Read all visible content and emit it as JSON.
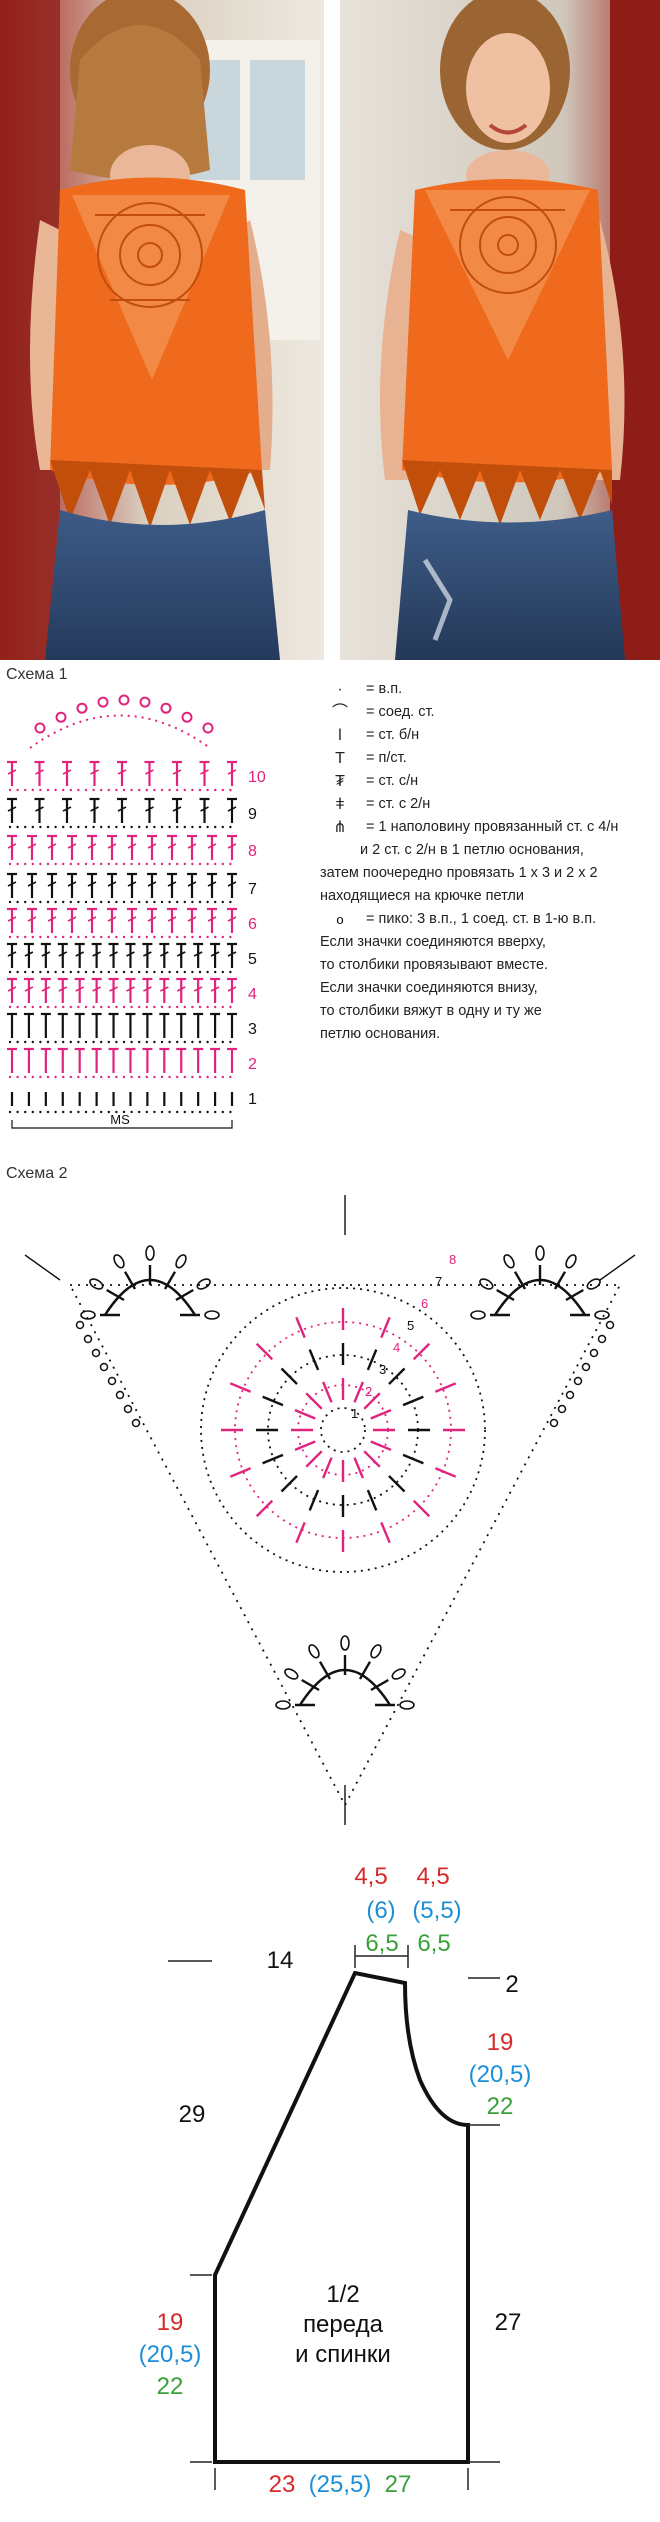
{
  "photos": {
    "back_alt": "",
    "front_alt": ""
  },
  "scheme1": {
    "title": "Схема 1",
    "row_numbers": [
      "1",
      "2",
      "3",
      "4",
      "5",
      "6",
      "7",
      "8",
      "9",
      "10"
    ],
    "repeat_label": "MS",
    "colors": {
      "black": "#111111",
      "pink": "#e0247d"
    }
  },
  "legend": [
    {
      "symbol": "·",
      "text": "= в.п."
    },
    {
      "symbol": "⌒",
      "text": "= соед. ст."
    },
    {
      "symbol": "ǀ",
      "text": "= ст. б/н"
    },
    {
      "symbol": "T",
      "text": "= п/ст."
    },
    {
      "symbol": "₮",
      "text": "= ст. с/н"
    },
    {
      "symbol": "ǂ",
      "text": "= ст. с 2/н"
    },
    {
      "symbol": "⋔",
      "text": "= 1 наполовину провязанный ст. с 4/н"
    }
  ],
  "legend_cont": [
    "и 2 ст. с 2/н в 1 петлю основания,",
    "затем поочередно провязать 1 х 3 и 2 х 2",
    "находящиеся на крючке петли"
  ],
  "legend_pico": {
    "symbol": "o",
    "text": "= пико: 3 в.п., 1 соед. ст. в 1-ю в.п."
  },
  "legend_notes": [
    "Если значки соединяются вверху,",
    "то столбики провязывают вместе.",
    "Если значки соединяются внизу,",
    "то столбики вяжут в одну и ту же",
    "петлю основания."
  ],
  "scheme2": {
    "title": "Схема 2",
    "round_numbers": [
      "1",
      "2",
      "3",
      "4",
      "5",
      "6",
      "7",
      "8"
    ]
  },
  "pattern": {
    "top_left_red": "4,5",
    "top_right_red": "4,5",
    "top_left_blue": "(6)",
    "top_right_blue": "(5,5)",
    "top_left_green": "6,5",
    "top_right_green": "6,5",
    "shoulder_width": "14",
    "neck_drop": "2",
    "armhole_red": "19",
    "armhole_blue": "(20,5)",
    "armhole_green": "22",
    "diag_height": "29",
    "side_height": "27",
    "left_red": "19",
    "left_blue": "(20,5)",
    "left_green": "22",
    "piece_label_1": "1/2",
    "piece_label_2": "переда",
    "piece_label_3": "и спинки",
    "bottom_red": "23",
    "bottom_blue": "(25,5)",
    "bottom_green": "27",
    "colors": {
      "red": "#d62a2a",
      "blue": "#1e8fd6",
      "green": "#3aa13a"
    }
  }
}
